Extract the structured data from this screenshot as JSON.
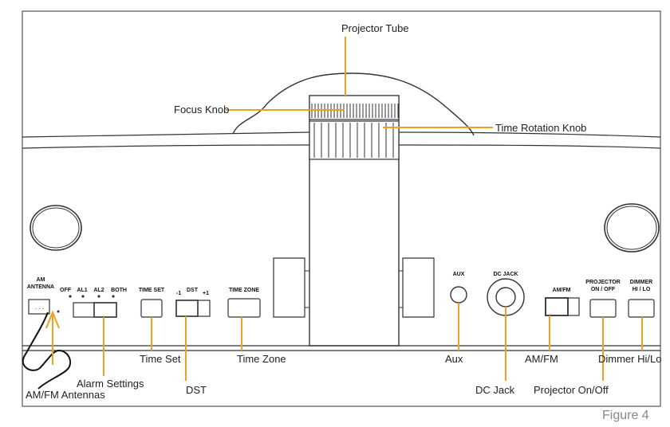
{
  "callouts": {
    "projector_tube": "Projector Tube",
    "focus_knob": "Focus Knob",
    "time_rotation_knob": "Time Rotation Knob",
    "time_set": "Time Set",
    "time_zone": "Time Zone",
    "aux": "Aux",
    "am_fm": "AM/FM",
    "dimmer": "Dimmer Hi/Lo",
    "alarm_settings": "Alarm Settings",
    "dst": "DST",
    "dc_jack": "DC Jack",
    "projector_onoff": "Projector On/Off",
    "am_fm_antennas": "AM/FM Antennas"
  },
  "panel": {
    "am_antenna_1": "AM",
    "am_antenna_2": "ANTENNA",
    "off": "OFF",
    "al1": "AL1",
    "al2": "AL2",
    "both": "BOTH",
    "time_set": "TIME SET",
    "dst": "DST",
    "dst_minus": "-1",
    "dst_plus": "+1",
    "time_zone": "TIME ZONE",
    "aux": "AUX",
    "dc_jack": "DC JACK",
    "am_fm": "AM/FM",
    "projector_1": "PROJECTOR",
    "projector_2": "ON / OFF",
    "dimmer_1": "DIMMER",
    "dimmer_2": "HI / LO"
  },
  "figure_label": "Figure 4",
  "colors": {
    "callout_line": "#f0a020",
    "outline": "#333333",
    "caption": "#888888"
  }
}
